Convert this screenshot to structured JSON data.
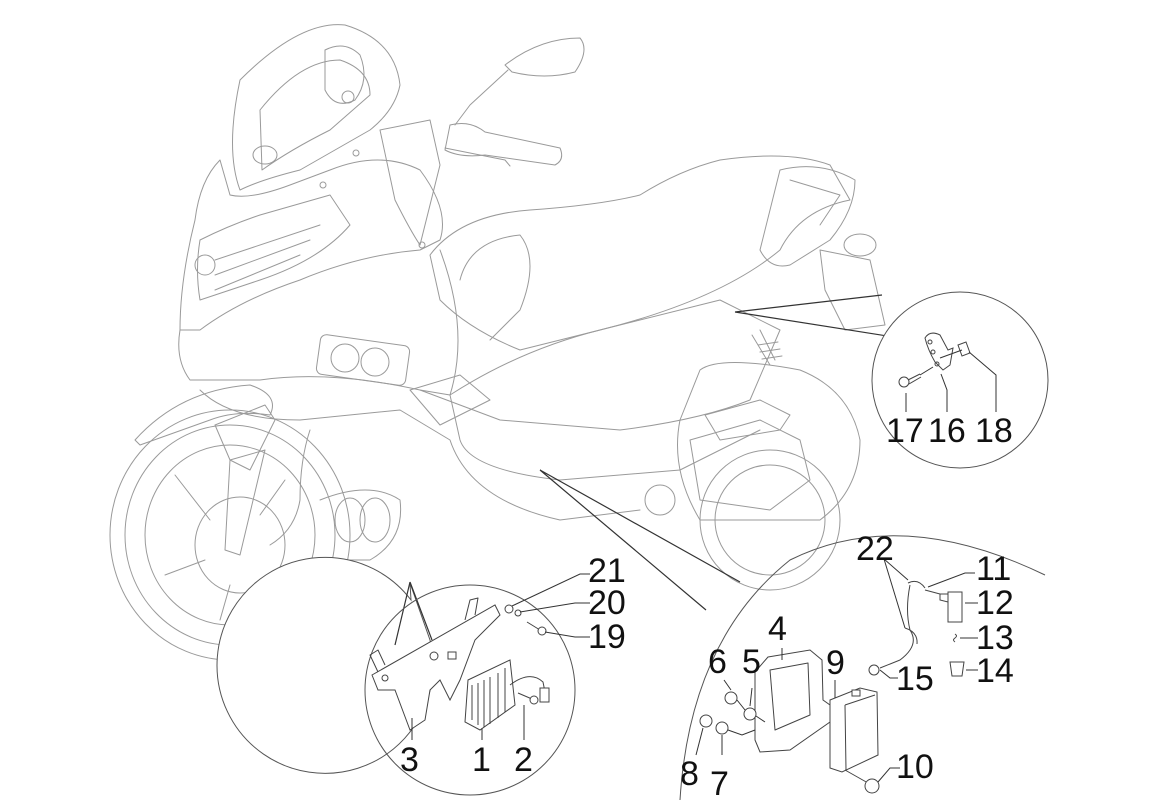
{
  "diagram": {
    "title": "Scooter electrical parts exploded view",
    "colors": {
      "line_art": "#9a9a9a",
      "detail_art": "#444444",
      "label": "#111111",
      "background": "#ffffff"
    },
    "callouts": [
      {
        "id": "rear-bracket-detail",
        "parts": [
          "17",
          "16",
          "18"
        ]
      },
      {
        "id": "regulator-detail",
        "parts": [
          "21",
          "20",
          "19",
          "3",
          "1",
          "2"
        ]
      },
      {
        "id": "control-unit-detail",
        "parts": [
          "22",
          "11",
          "12",
          "13",
          "14",
          "15",
          "4",
          "9",
          "6",
          "5",
          "8",
          "7",
          "10"
        ]
      }
    ],
    "labels": {
      "p1": "1",
      "p2": "2",
      "p3": "3",
      "p4": "4",
      "p5": "5",
      "p6": "6",
      "p7": "7",
      "p8": "8",
      "p9": "9",
      "p10": "10",
      "p11": "11",
      "p12": "12",
      "p13": "13",
      "p14": "14",
      "p15": "15",
      "p16": "16",
      "p17": "17",
      "p18": "18",
      "p19": "19",
      "p20": "20",
      "p21": "21",
      "p22": "22"
    }
  }
}
